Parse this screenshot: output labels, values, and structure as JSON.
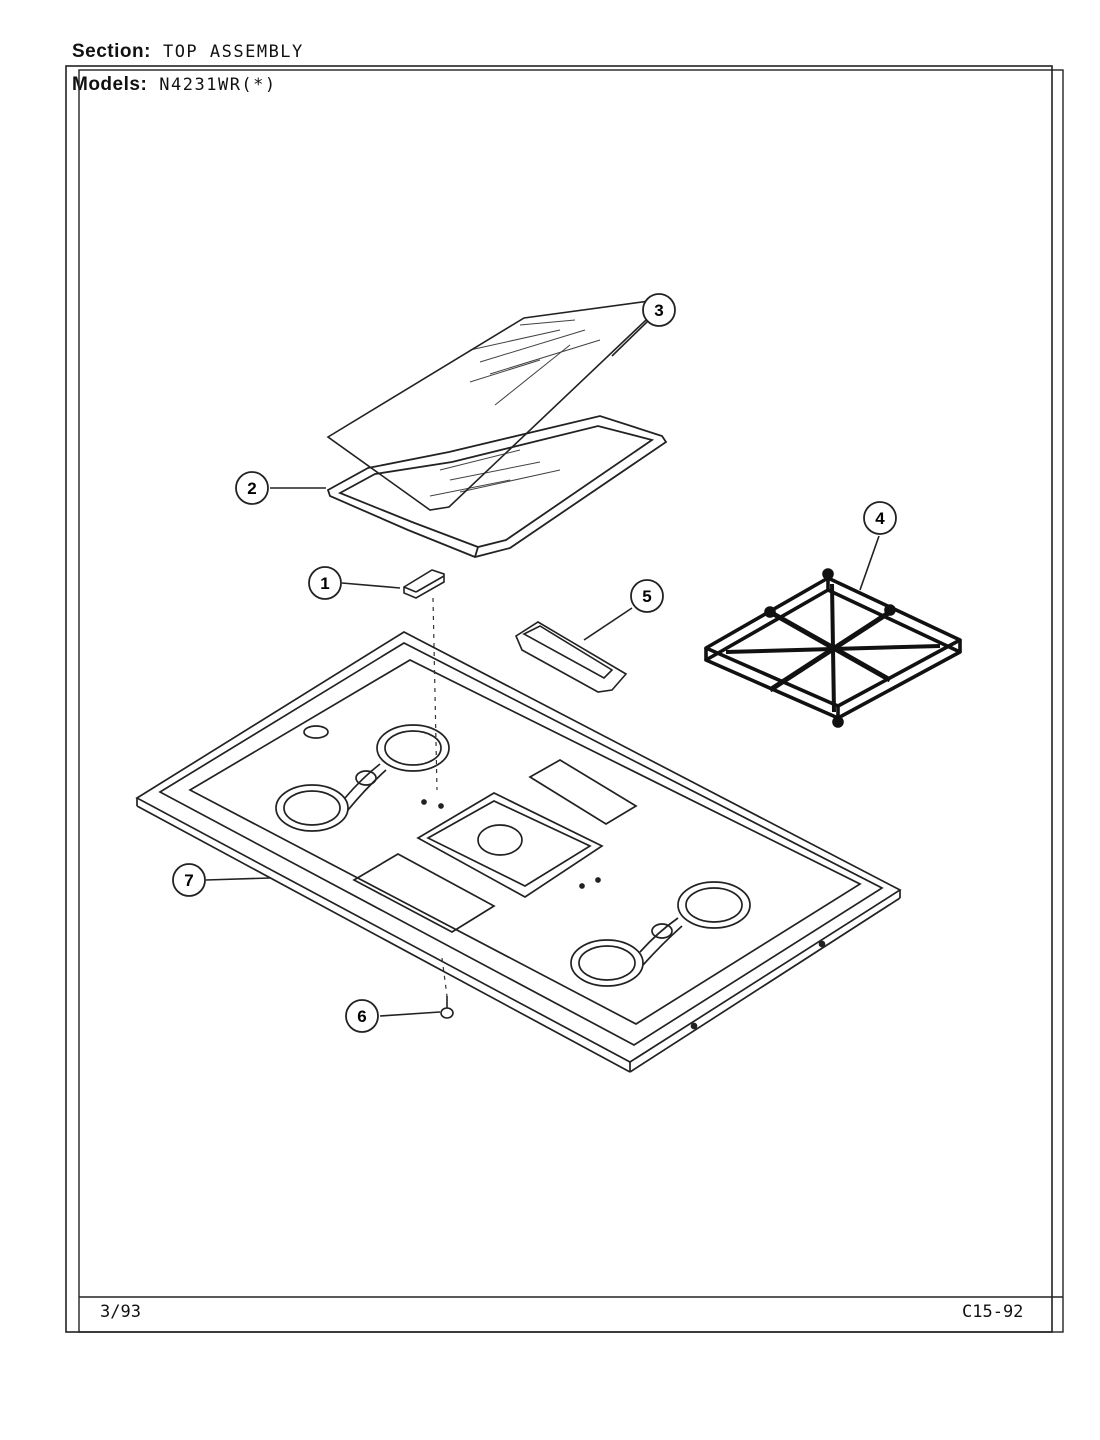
{
  "header": {
    "section_label": "Section:",
    "section_value": "TOP ASSEMBLY",
    "models_label": "Models:",
    "models_value": "N4231WR(*)"
  },
  "callouts": [
    "1",
    "2",
    "3",
    "4",
    "5",
    "6",
    "7"
  ],
  "footer": {
    "date": "3/93",
    "code": "C15-92"
  }
}
